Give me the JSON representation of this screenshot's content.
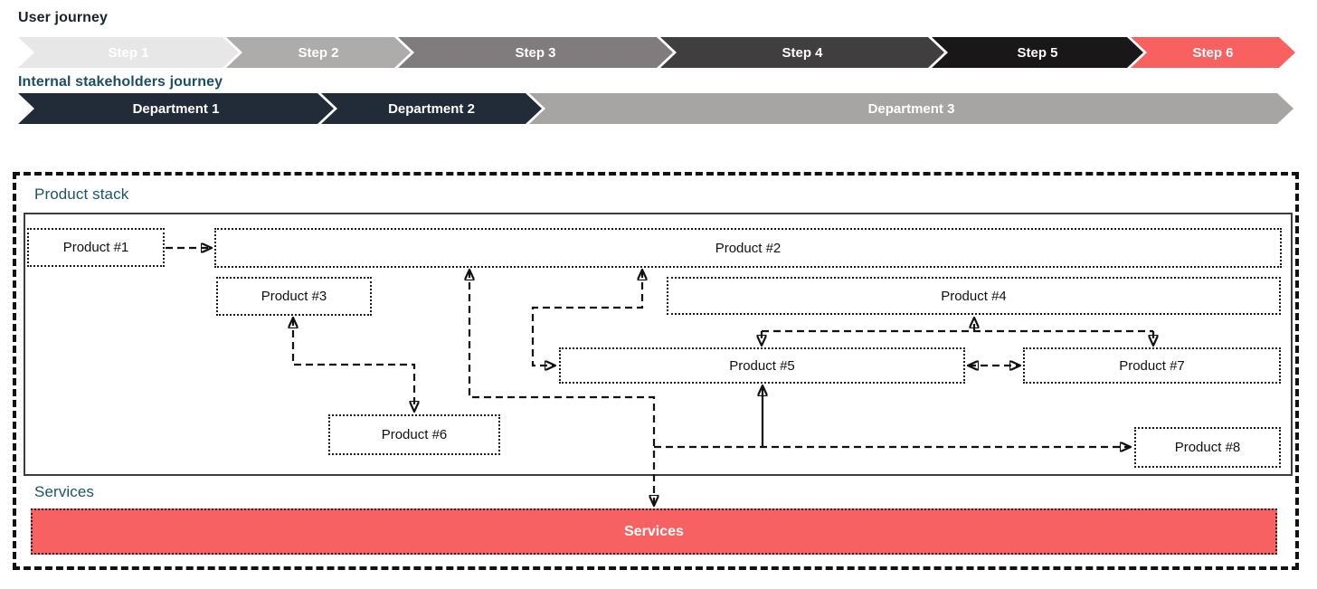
{
  "user_journey": {
    "title": "User journey",
    "steps": [
      {
        "label": "Step 1",
        "color": "#e8e7e7"
      },
      {
        "label": "Step 2",
        "color": "#aeabab"
      },
      {
        "label": "Step 3",
        "color": "#807c7d"
      },
      {
        "label": "Step 4",
        "color": "#413e3f"
      },
      {
        "label": "Step 5",
        "color": "#191718"
      },
      {
        "label": "Step 6",
        "color": "#f96060"
      }
    ]
  },
  "stakeholders_journey": {
    "title": "Internal stakeholders journey",
    "departments": [
      {
        "label": "Department 1",
        "color": "#222b38"
      },
      {
        "label": "Department 2",
        "color": "#222b38"
      },
      {
        "label": "Department 3",
        "color": "#a7a4a4"
      }
    ]
  },
  "product_stack": {
    "title": "Product stack",
    "products": [
      {
        "label": "Product #1"
      },
      {
        "label": "Product #2"
      },
      {
        "label": "Product #3"
      },
      {
        "label": "Product #4"
      },
      {
        "label": "Product #5"
      },
      {
        "label": "Product #6"
      },
      {
        "label": "Product #7"
      },
      {
        "label": "Product #8"
      }
    ]
  },
  "services": {
    "title": "Services",
    "bar_label": "Services",
    "bar_color": "#f76161"
  },
  "colors": {
    "accent_red": "#f96060",
    "heading_teal": "#1d5468",
    "heading_dark": "#1c222b",
    "department_navy": "#222b38",
    "connector": "#111111"
  }
}
